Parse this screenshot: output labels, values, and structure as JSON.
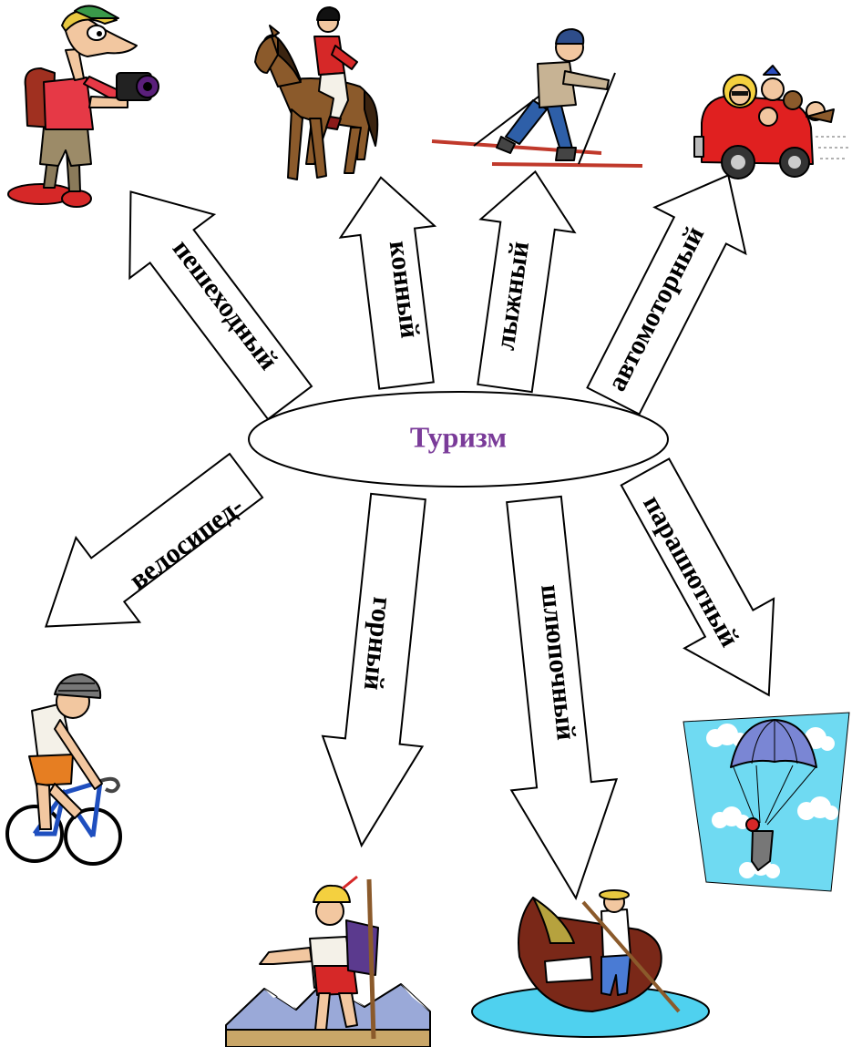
{
  "center": {
    "label": "Туризм",
    "color": "#7a3b99"
  },
  "branches": [
    {
      "id": "peshekhodny",
      "label": "пешеходный"
    },
    {
      "id": "konny",
      "label": "конный"
    },
    {
      "id": "lyzhny",
      "label": "лыжный"
    },
    {
      "id": "avtomotorny",
      "label": "автомоторный"
    },
    {
      "id": "velosiped",
      "label": "велосипед-"
    },
    {
      "id": "gorny",
      "label": "горный"
    },
    {
      "id": "shlyupochny",
      "label": "шлюпочный"
    },
    {
      "id": "parashyutny",
      "label": "парашютный"
    }
  ],
  "icons": {
    "peshekhodny": "hiker-with-camera-icon",
    "konny": "horse-rider-icon",
    "lyzhny": "skier-icon",
    "avtomotorny": "family-car-icon",
    "velosiped": "cyclist-icon",
    "gorny": "mountaineer-icon",
    "shlyupochny": "gondola-boat-icon",
    "parashyutny": "parachutist-icon"
  }
}
